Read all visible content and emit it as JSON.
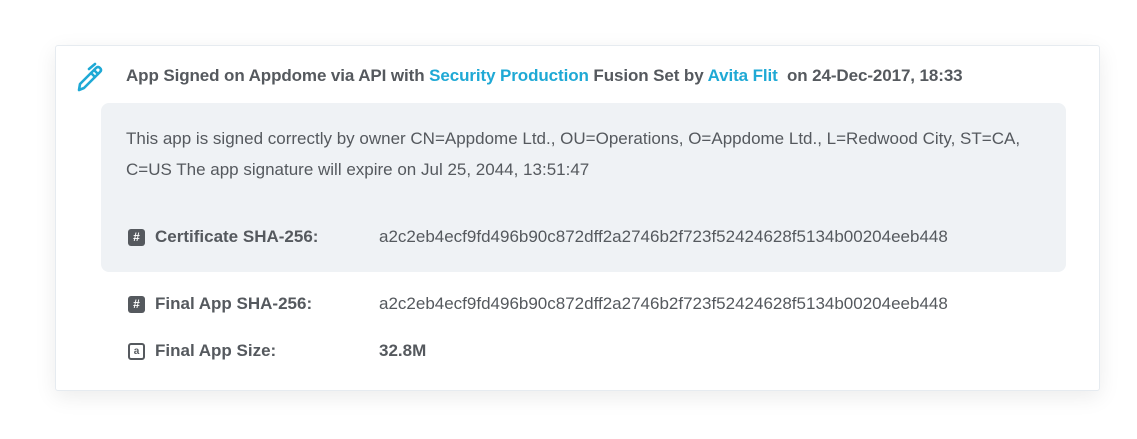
{
  "event": {
    "title_prefix": "App Signed on Appdome via API with",
    "fusion_set": "Security Production",
    "title_mid": "Fusion Set by",
    "user": "Avita Flit",
    "title_suffix": "on 24-Dec-2017, 18:33",
    "accent_color": "#1fa9d5"
  },
  "panel": {
    "description": "This app is signed correctly by owner CN=Appdome Ltd., OU=Operations, O=Appdome Ltd., L=Redwood City, ST=CA, C=US The app signature will expire on Jul 25, 2044, 13:51:47",
    "certificate": {
      "icon": "hash-icon",
      "label": "Certificate SHA-256:",
      "value": "a2c2eb4ecf9fd496b90c872dff2a2746b2f723f52424628f5134b00204eeb448"
    }
  },
  "details": {
    "final_sha": {
      "icon": "hash-icon",
      "label": "Final App SHA-256:",
      "value": "a2c2eb4ecf9fd496b90c872dff2a2746b2f723f52424628f5134b00204eeb448"
    },
    "final_size": {
      "icon": "size-icon",
      "label": "Final App Size:",
      "value": "32.8M"
    }
  }
}
